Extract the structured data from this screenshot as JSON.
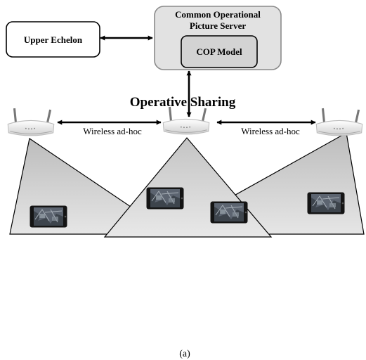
{
  "nodes": {
    "upper_echelon": "Upper Echelon",
    "cop_server_line1": "Common Operational",
    "cop_server_line2": "Picture Server",
    "cop_model": "COP Model"
  },
  "labels": {
    "operative_sharing": "Operative Sharing",
    "link_left": "Wireless ad-hoc",
    "link_right": "Wireless ad-hoc"
  },
  "caption": "(a)",
  "icons": [
    "wireless-router-icon",
    "smartphone-icon"
  ],
  "colors": {
    "cluster_fill": "#d2d2d2",
    "server_fill": "#e2e2e2",
    "stroke": "#000000"
  }
}
